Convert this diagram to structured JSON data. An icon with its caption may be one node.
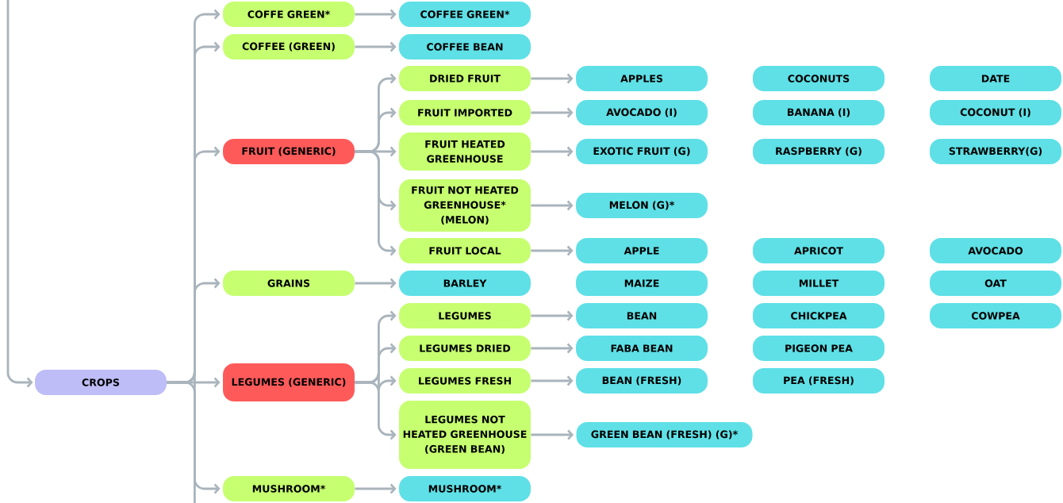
{
  "diagram": {
    "nodes": [
      {
        "text": [
          "CROPS"
        ]
      },
      {
        "text": [
          "COFFE GREEN*"
        ]
      },
      {
        "text": [
          "COFFEE GREEN*"
        ]
      },
      {
        "text": [
          "COFFEE (GREEN)"
        ]
      },
      {
        "text": [
          "COFFEE BEAN"
        ]
      },
      {
        "text": [
          "DRIED FRUIT"
        ]
      },
      {
        "text": [
          "APPLES"
        ]
      },
      {
        "text": [
          "COCONUTS"
        ]
      },
      {
        "text": [
          "DATE"
        ]
      },
      {
        "text": [
          "FRUIT IMPORTED"
        ]
      },
      {
        "text": [
          "AVOCADO (I)"
        ]
      },
      {
        "text": [
          "BANANA (I)"
        ]
      },
      {
        "text": [
          "COCONUT (I)"
        ]
      },
      {
        "text": [
          "FRUIT (GENERIC)"
        ]
      },
      {
        "text": [
          "FRUIT HEATED GREENHOUSE"
        ]
      },
      {
        "text": [
          "EXOTIC FRUIT (G)"
        ]
      },
      {
        "text": [
          "RASPBERRY (G)"
        ]
      },
      {
        "text": [
          "STRAWBERRY(G)"
        ]
      },
      {
        "text": [
          "FRUIT NOT HEATED GREENHOUSE* (MELON)"
        ]
      },
      {
        "text": [
          "MELON (G)*"
        ]
      },
      {
        "text": [
          "FRUIT LOCAL"
        ]
      },
      {
        "text": [
          "APPLE"
        ]
      },
      {
        "text": [
          "APRICOT"
        ]
      },
      {
        "text": [
          "AVOCADO"
        ]
      },
      {
        "text": [
          "GRAINS"
        ]
      },
      {
        "text": [
          "BARLEY"
        ]
      },
      {
        "text": [
          "MAIZE"
        ]
      },
      {
        "text": [
          "MILLET"
        ]
      },
      {
        "text": [
          "OAT"
        ]
      },
      {
        "text": [
          "LEGUMES"
        ]
      },
      {
        "text": [
          "BEAN"
        ]
      },
      {
        "text": [
          "CHICKPEA"
        ]
      },
      {
        "text": [
          "COWPEA"
        ]
      },
      {
        "text": [
          "LEGUMES DRIED"
        ]
      },
      {
        "text": [
          "FABA BEAN"
        ]
      },
      {
        "text": [
          "PIGEON PEA"
        ]
      },
      {
        "text": [
          "LEGUMES (GENERIC)"
        ]
      },
      {
        "text": [
          "LEGUMES FRESH"
        ]
      },
      {
        "text": [
          "BEAN (FRESH)"
        ]
      },
      {
        "text": [
          "PEA (FRESH)"
        ]
      },
      {
        "text": [
          "LEGUMES NOT HEATED GREENHOUSE (GREEN BEAN)"
        ]
      },
      {
        "text": [
          "GREEN BEAN (FRESH) (G)*"
        ]
      },
      {
        "text": [
          "MUSHROOM*"
        ]
      },
      {
        "text": [
          "MUSHROOM*"
        ]
      }
    ],
    "edges": [
      {
        "from": null,
        "to": 0,
        "arrow": "to"
      },
      {
        "from": 0,
        "to": 1,
        "arrow": "to"
      },
      {
        "from": 0,
        "to": 3,
        "arrow": "to"
      },
      {
        "from": 0,
        "to": 13,
        "arrow": "to"
      },
      {
        "from": 0,
        "to": 24,
        "arrow": "to"
      },
      {
        "from": 0,
        "to": 36,
        "arrow": "to"
      },
      {
        "from": 0,
        "to": 42,
        "arrow": "to"
      },
      {
        "from": 0,
        "to": null,
        "arrow": "none"
      },
      {
        "from": 1,
        "to": 2,
        "arrow": "to"
      },
      {
        "from": 3,
        "to": 4,
        "arrow": "to"
      },
      {
        "from": 13,
        "to": 5,
        "arrow": "to"
      },
      {
        "from": 13,
        "to": 9,
        "arrow": "to"
      },
      {
        "from": 13,
        "to": 14,
        "arrow": "to"
      },
      {
        "from": 13,
        "to": 18,
        "arrow": "to"
      },
      {
        "from": 13,
        "to": 20,
        "arrow": "to"
      },
      {
        "from": 5,
        "to": 6,
        "arrow": "to"
      },
      {
        "from": 9,
        "to": 10,
        "arrow": "to"
      },
      {
        "from": 14,
        "to": 15,
        "arrow": "to"
      },
      {
        "from": 18,
        "to": 19,
        "arrow": "to"
      },
      {
        "from": 20,
        "to": 21,
        "arrow": "to"
      },
      {
        "from": 24,
        "to": 25,
        "arrow": "to"
      },
      {
        "from": 36,
        "to": 29,
        "arrow": "to"
      },
      {
        "from": 36,
        "to": 33,
        "arrow": "to"
      },
      {
        "from": 36,
        "to": 37,
        "arrow": "to"
      },
      {
        "from": 36,
        "to": 40,
        "arrow": "to"
      },
      {
        "from": 29,
        "to": 30,
        "arrow": "to"
      },
      {
        "from": 33,
        "to": 34,
        "arrow": "to"
      },
      {
        "from": 37,
        "to": 38,
        "arrow": "to"
      },
      {
        "from": 40,
        "to": 41,
        "arrow": "to"
      },
      {
        "from": 42,
        "to": 43,
        "arrow": "to"
      }
    ]
  }
}
